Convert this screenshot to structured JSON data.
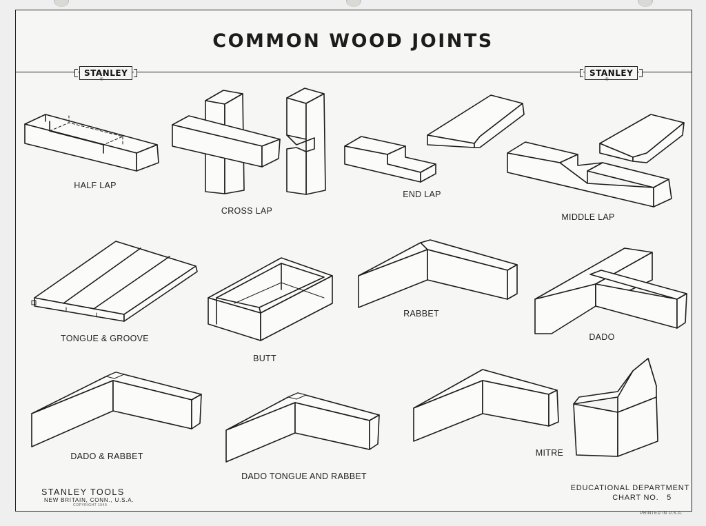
{
  "title": "COMMON WOOD JOINTS",
  "brand_badges": [
    "STANLEY",
    "STANLEY"
  ],
  "registered_mark": "®",
  "joints": [
    {
      "id": "half-lap",
      "label": "HALF LAP"
    },
    {
      "id": "cross-lap",
      "label": "CROSS LAP"
    },
    {
      "id": "end-lap",
      "label": "END LAP"
    },
    {
      "id": "middle-lap",
      "label": "MIDDLE LAP"
    },
    {
      "id": "tongue-groove",
      "label": "TONGUE & GROOVE"
    },
    {
      "id": "butt",
      "label": "BUTT"
    },
    {
      "id": "rabbet",
      "label": "RABBET"
    },
    {
      "id": "dado",
      "label": "DADO"
    },
    {
      "id": "dado-rabbet",
      "label": "DADO & RABBET"
    },
    {
      "id": "dado-tongue-rabbet",
      "label": "DADO TONGUE AND RABBET"
    },
    {
      "id": "mitre",
      "label": "MITRE"
    }
  ],
  "footer": {
    "company": "STANLEY  TOOLS",
    "location": "NEW BRITAIN, CONN., U.S.A.",
    "copyright": "COPYRIGHT 1940",
    "department": "EDUCATIONAL DEPARTMENT",
    "chart": "CHART NO.   5",
    "printed": "PRINTED IN U.S.A."
  }
}
